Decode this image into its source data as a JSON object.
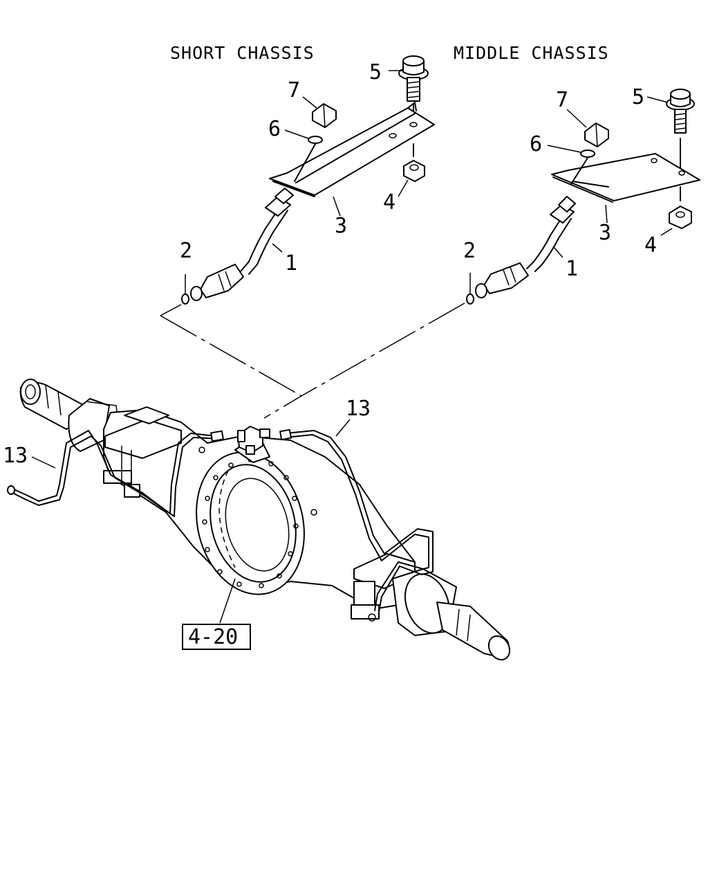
{
  "headings": {
    "short_chassis": "SHORT CHASSIS",
    "middle_chassis": "MIDDLE CHASSIS"
  },
  "callouts": {
    "left": {
      "c1": "1",
      "c2": "2",
      "c3": "3",
      "c4": "4",
      "c5": "5",
      "c6": "6",
      "c7": "7"
    },
    "right": {
      "c1": "1",
      "c2": "2",
      "c3": "3",
      "c4": "4",
      "c5": "5",
      "c6": "6",
      "c7": "7"
    },
    "pipe_left": "13",
    "pipe_right": "13"
  },
  "reference_box": "4-20"
}
